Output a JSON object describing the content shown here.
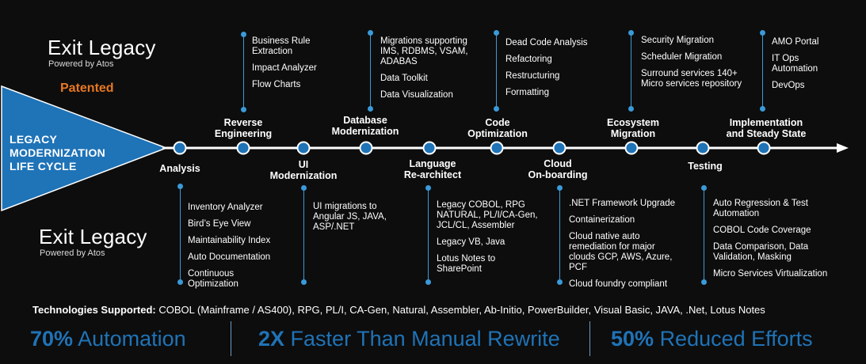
{
  "brand_top": {
    "title": "Exit Legacy",
    "subtitle": "Powered by Atos"
  },
  "patented": "Patented",
  "lifecycle": {
    "line1": "LEGACY",
    "line2": "MODERNIZATION",
    "line3": "LIFE CYCLE"
  },
  "brand_bottom": {
    "title": "Exit Legacy",
    "subtitle": "Powered by Atos"
  },
  "stages": [
    {
      "id": "analysis",
      "label": "Analysis",
      "position": "below",
      "items": [
        "Inventory Analyzer",
        "Bird’s Eye View",
        "Maintainability Index",
        "Auto Documentation",
        "Continuous\nOptimization"
      ]
    },
    {
      "id": "reverse-engineering",
      "label": "Reverse\nEngineering",
      "position": "above",
      "items": [
        "Business Rule\nExtraction",
        "Impact Analyzer",
        "Flow Charts"
      ]
    },
    {
      "id": "ui-modernization",
      "label": "UI\nModernization",
      "position": "below",
      "items": [
        "UI migrations to\nAngular JS, JAVA,\nASP/.NET"
      ]
    },
    {
      "id": "database-modernization",
      "label": "Database\nModernization",
      "position": "above",
      "items": [
        "Migrations supporting\nIMS, RDBMS, VSAM,\nADABAS",
        "Data Toolkit",
        "Data Visualization"
      ]
    },
    {
      "id": "language-rearchitect",
      "label": "Language\nRe-architect",
      "position": "below",
      "items": [
        "Legacy COBOL, RPG\nNATURAL, PL/I/CA-Gen,\nJCL/CL, Assembler",
        "Legacy VB, Java",
        "Lotus Notes to\nSharePoint"
      ]
    },
    {
      "id": "code-optimization",
      "label": "Code\nOptimization",
      "position": "above",
      "items": [
        "Dead Code Analysis",
        "Refactoring",
        "Restructuring",
        "Formatting"
      ]
    },
    {
      "id": "cloud-onboarding",
      "label": "Cloud\nOn-boarding",
      "position": "below",
      "items": [
        ".NET Framework Upgrade",
        "Containerization",
        "Cloud native auto\nremediation for major\nclouds GCP, AWS, Azure,\nPCF",
        "Cloud foundry compliant"
      ]
    },
    {
      "id": "ecosystem-migration",
      "label": "Ecosystem\nMigration",
      "position": "above",
      "items": [
        "Security Migration",
        "Scheduler Migration",
        "Surround services 140+\nMicro services repository"
      ]
    },
    {
      "id": "testing",
      "label": "Testing",
      "position": "below",
      "items": [
        "Auto Regression & Test\nAutomation",
        "COBOL Code Coverage",
        "Data Comparison, Data\nValidation, Masking",
        "Micro Services Virtualization"
      ]
    },
    {
      "id": "implementation",
      "label": "Implementation\nand Steady State",
      "position": "above",
      "items": [
        "AMO Portal",
        "IT Ops\nAutomation",
        "DevOps"
      ]
    }
  ],
  "technologies": {
    "label": "Technologies Supported:",
    "value": "COBOL (Mainframe / AS400), RPG, PL/I, CA-Gen, Natural, Assembler, Ab-Initio, PowerBuilder, Visual Basic, JAVA, .Net, Lotus Notes"
  },
  "stats": [
    {
      "value": "70%",
      "label": "Automation"
    },
    {
      "value": "2X",
      "label": "Faster Than Manual Rewrite"
    },
    {
      "value": "50%",
      "label": "Reduced Efforts"
    }
  ],
  "colors": {
    "accent_blue": "#1f73b7",
    "line_blue": "#3a9ad9",
    "orange": "#e87722",
    "background": "#0d0d0d"
  }
}
